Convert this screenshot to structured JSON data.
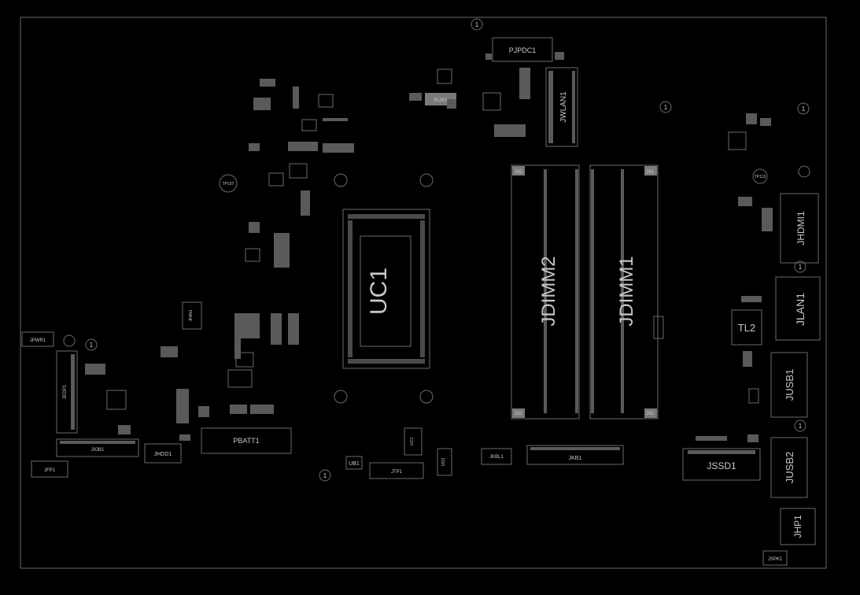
{
  "board": {
    "background": "#000000",
    "outline_color": "#6a6a6a",
    "text_color": "#c8c8c8"
  },
  "labels": {
    "pjpdc1": "PJPDC1",
    "jwlan1": "JWLAN1",
    "jdimm2": "JDIMM2",
    "jdimm1": "JDIMM1",
    "uc1": "UC1",
    "jhdmi1": "JHDMI1",
    "jlan1": "JLAN1",
    "tl2": "TL2",
    "jusb1": "JUSB1",
    "jusb2": "JUSB2",
    "jssd1": "JSSD1",
    "jhp1": "JHP1",
    "jspk1": "JSPK1",
    "jkb1": "JKB1",
    "jkbl1": "JKBL1",
    "jtp1": "JTP1",
    "pbatt1": "PBATT1",
    "jhdd1": "JHDD1",
    "jio1": "JIOB1",
    "jfp1": "JFP1",
    "jpwr1": "JPWR1",
    "jedp1": "JEDP1",
    "jfan1": "JFAN1",
    "pl301": "PL301",
    "tp107": "TP107",
    "tp113": "TP113",
    "ub1": "UB1",
    "uc3": "UC3",
    "uo3": "UO3",
    "dimm2_top": "262",
    "dimm2_bottom": "261",
    "dimm1_top": "261",
    "dimm1_bottom": "262",
    "mark": "1"
  }
}
